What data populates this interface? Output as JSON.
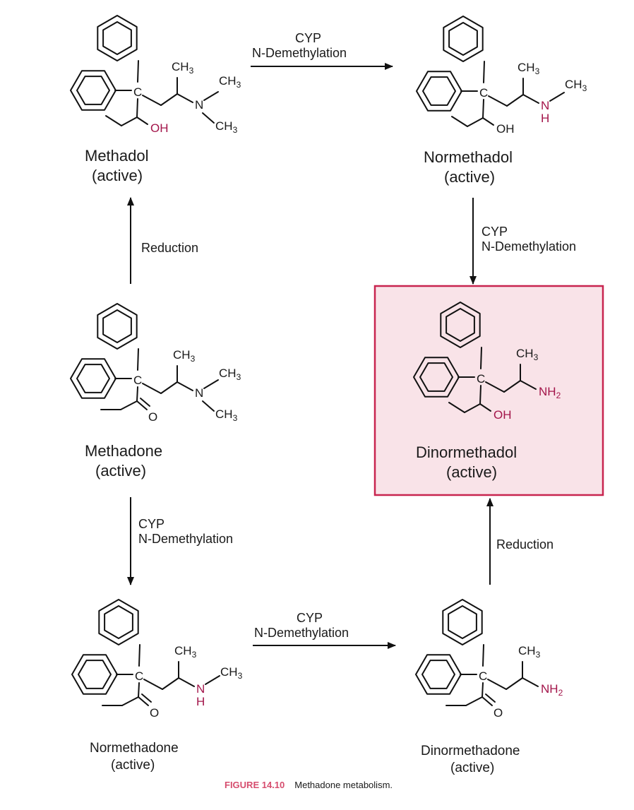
{
  "compounds": {
    "methadol": {
      "name": "Methadol",
      "status": "(active)"
    },
    "normethadol": {
      "name": "Normethadol",
      "status": "(active)"
    },
    "methadone": {
      "name": "Methadone",
      "status": "(active)"
    },
    "dinormethadol": {
      "name": "Dinormethadol",
      "status": "(active)"
    },
    "normethadone": {
      "name": "Normethadone",
      "status": "(active)"
    },
    "dinormethadone": {
      "name": "Dinormethadone",
      "status": "(active)"
    }
  },
  "reactions": {
    "methadol_to_normethadol": {
      "line1": "CYP",
      "line2": "N-Demethylation"
    },
    "normethadol_to_dinormethadol": {
      "line1": "CYP",
      "line2": "N-Demethylation"
    },
    "methadone_to_methadol": {
      "line1": "Reduction"
    },
    "methadone_to_normethadone": {
      "line1": "CYP",
      "line2": "N-Demethylation"
    },
    "normethadone_to_dinormethadone": {
      "line1": "CYP",
      "line2": "N-Demethylation"
    },
    "dinormethadone_to_dinormethadol": {
      "line1": "Reduction"
    }
  },
  "atoms": {
    "C": "C",
    "CH3": "CH",
    "sub3": "3",
    "N": "N",
    "H": "H",
    "OH": "OH",
    "O": "O",
    "NH2": "NH",
    "sub2": "2"
  },
  "caption": {
    "figure": "FIGURE 14.10",
    "text": "Methadone metabolism."
  },
  "colors": {
    "highlight_box_fill": "#f9e3e8",
    "highlight_box_border": "#c8244f",
    "heteroatom": "#a3154a",
    "caption_label": "#d64d6e"
  }
}
